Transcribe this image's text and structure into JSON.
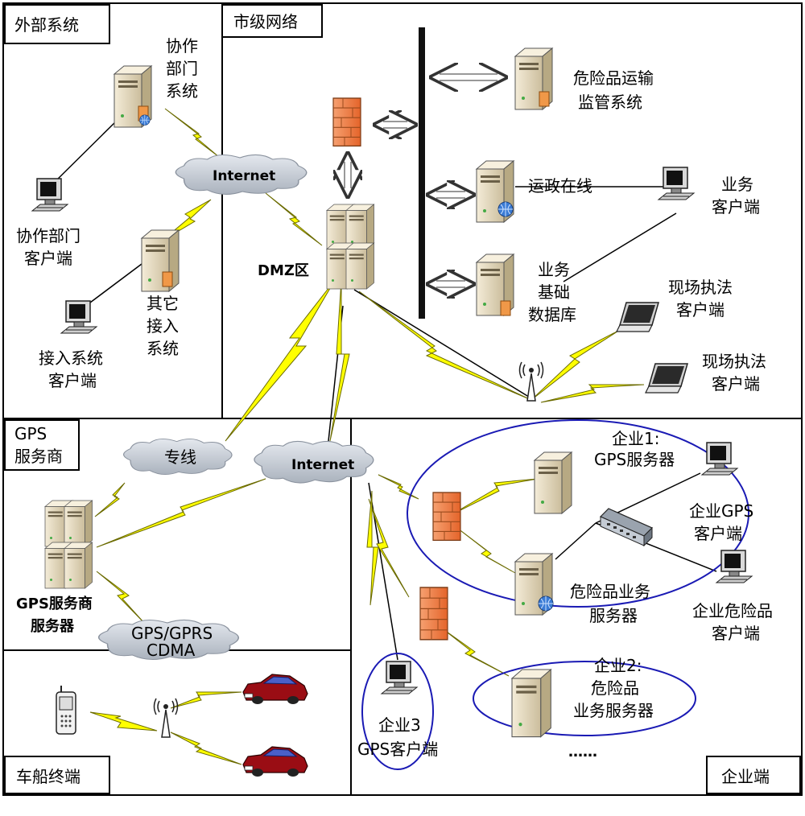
{
  "regions": {
    "external": "外部系统",
    "city": "市级网络",
    "gps_provider": [
      "GPS",
      "服务商"
    ],
    "vehicle": "车船终端",
    "enterprise": "企业端"
  },
  "clouds": {
    "internet_top": "Internet",
    "internet_main": "Internet",
    "dedicated_line": "专线",
    "gps_gprs": [
      "GPS/GPRS",
      "CDMA"
    ]
  },
  "nodes": {
    "coop_system": [
      "协作",
      "部门",
      "系统"
    ],
    "coop_client": [
      "协作部门",
      "客户端"
    ],
    "other_access": [
      "其它",
      "接入",
      "系统"
    ],
    "access_client": [
      "接入系统",
      "客户端"
    ],
    "dmz": "DMZ区",
    "hazmat_supervision": [
      "危险品运输",
      "监管系统"
    ],
    "yunzheng_online": "运政在线",
    "business_client": [
      "业务",
      "客户端"
    ],
    "business_db": [
      "业务",
      "基础",
      "数据库"
    ],
    "field_client_1": [
      "现场执法",
      "客户端"
    ],
    "field_client_2": [
      "现场执法",
      "客户端"
    ],
    "gps_provider_server": [
      "GPS服务商",
      "服务器"
    ],
    "enterprise1_gps_server": [
      "企业1:",
      "GPS服务器"
    ],
    "enterprise_gps_client": [
      "企业GPS",
      "客户端"
    ],
    "hazmat_business_server": [
      "危险品业务",
      "服务器"
    ],
    "enterprise_hazmat_client": [
      "企业危险品",
      "客户端"
    ],
    "enterprise2": [
      "企业2:",
      "危险品",
      "业务服务器"
    ],
    "enterprise3": [
      "企业3",
      "GPS客户端"
    ],
    "ellipsis": "……"
  },
  "colors": {
    "lightning": "#ffff00",
    "lightning_stroke": "#6b6b00",
    "firewall": "#f07a3a",
    "ellipse": "#1a1ab4",
    "cloud": "#c8ced6",
    "server_body": "#e8dcc2",
    "car_body": "#9a0d14"
  }
}
